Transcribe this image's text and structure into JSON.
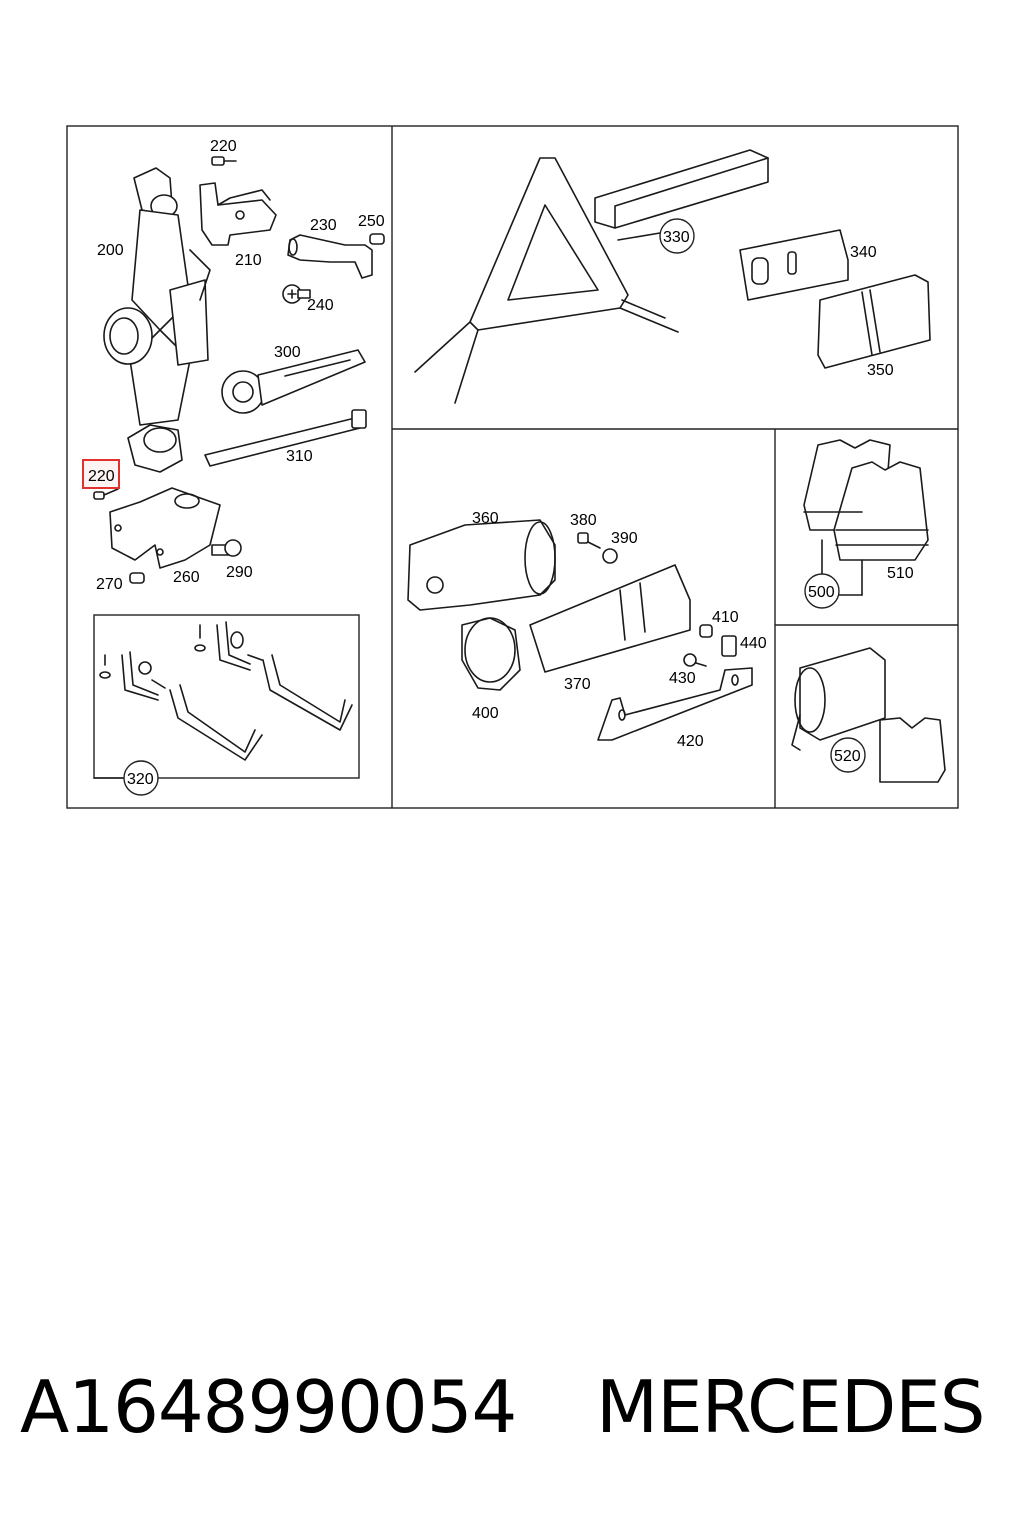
{
  "diagram": {
    "callouts": {
      "c220_top": "220",
      "c200": "200",
      "c210": "210",
      "c230": "230",
      "c250": "250",
      "c240": "240",
      "c300": "300",
      "c310": "310",
      "c220_selected": "220",
      "c270": "270",
      "c260": "260",
      "c290": "290",
      "c320": "320",
      "c330": "330",
      "c340": "340",
      "c350": "350",
      "c360": "360",
      "c380": "380",
      "c390": "390",
      "c370": "370",
      "c400": "400",
      "c410": "410",
      "c440": "440",
      "c430": "430",
      "c420": "420",
      "c500": "500",
      "c510": "510",
      "c520": "520"
    },
    "highlight_color": "#e0312f"
  },
  "caption": {
    "part_number": "A1648990054",
    "brand": "MERCEDES"
  }
}
